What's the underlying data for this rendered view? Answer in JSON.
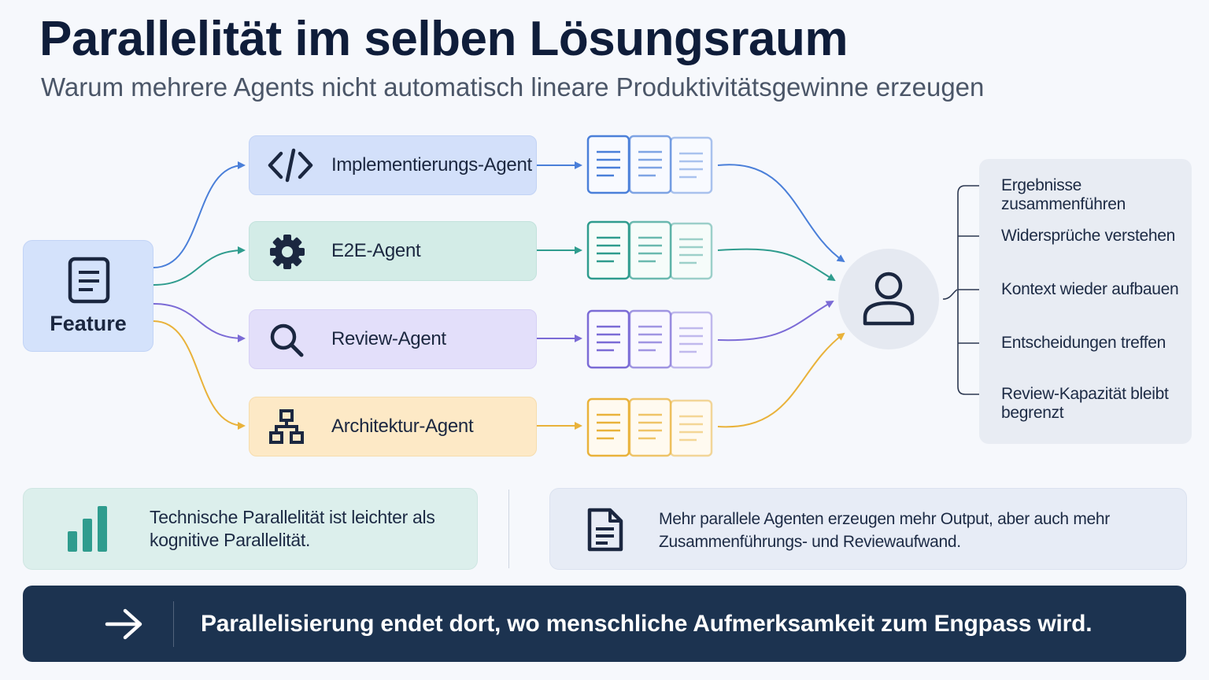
{
  "header": {
    "title": "Parallelität im selben Lösungsraum",
    "subtitle": "Warum mehrere Agents nicht automatisch lineare Produktivitätsgewinne erzeugen"
  },
  "feature": {
    "label": "Feature",
    "icon": "document-icon"
  },
  "agents": [
    {
      "label": "Implementierungs-Agent",
      "icon": "code-icon",
      "color": "#4a7fd9",
      "bg": "#d3e0fa"
    },
    {
      "label": "E2E-Agent",
      "icon": "gear-icon",
      "color": "#2f9c8e",
      "bg": "#d3ece7"
    },
    {
      "label": "Review-Agent",
      "icon": "search-icon",
      "color": "#7b6bd6",
      "bg": "#e3dffa"
    },
    {
      "label": "Architektur-Agent",
      "icon": "hierarchy-icon",
      "color": "#e9b23a",
      "bg": "#fde9c6"
    }
  ],
  "reviewer": {
    "icon": "person-icon"
  },
  "outcomes": [
    "Ergebnisse zusammenführen",
    "Widersprüche verstehen",
    "Kontext wieder aufbauen",
    "Entscheidungen treffen",
    "Review-Kapazität bleibt begrenzt"
  ],
  "notes": {
    "left": {
      "text": "Technische Parallelität ist leichter als kognitive Parallelität.",
      "icon": "bar-chart-icon",
      "color": "#2f9c8e"
    },
    "right": {
      "text": "Mehr parallele Agenten erzeugen mehr Output, aber auch mehr Zusammenführungs- und Reviewaufwand.",
      "icon": "document-icon"
    }
  },
  "banner": {
    "text": "Parallelisierung endet dort, wo menschliche Aufmerksamkeit zum Engpass wird.",
    "icon": "arrow-right-icon"
  }
}
